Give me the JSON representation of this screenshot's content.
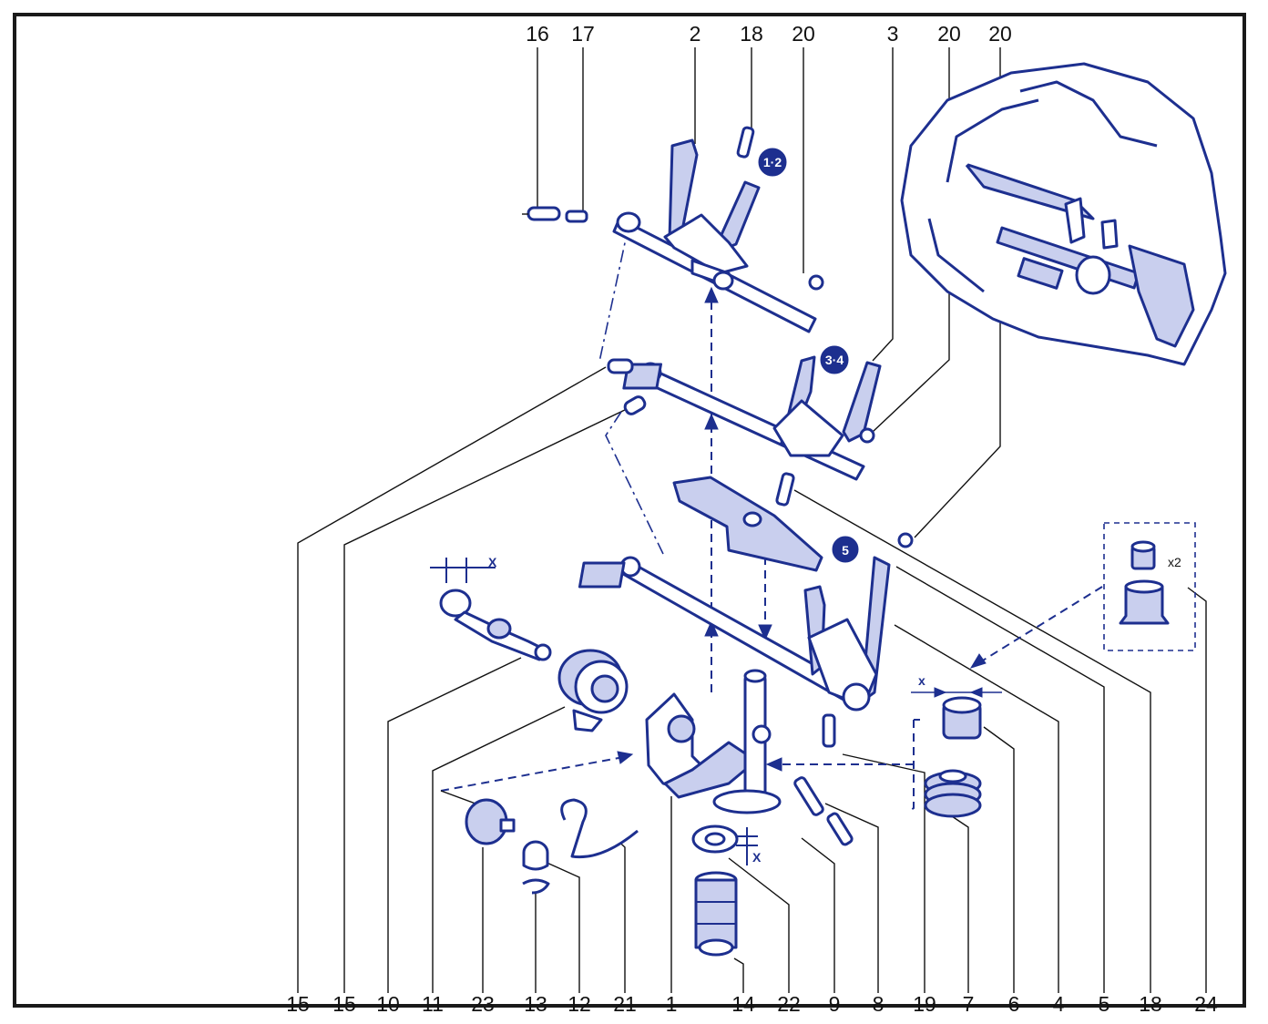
{
  "top_labels": [
    "16",
    "17",
    "2",
    "18",
    "20",
    "3",
    "20",
    "20"
  ],
  "bottom_labels": [
    "15",
    "15",
    "10",
    "11",
    "23",
    "13",
    "12",
    "21",
    "1",
    "14",
    "22",
    "9",
    "8",
    "19",
    "7",
    "6",
    "4",
    "5",
    "18",
    "24"
  ],
  "gear_tags": [
    "1·2",
    "3·4",
    "5"
  ],
  "dimension_marks": [
    "X",
    "x",
    "X"
  ],
  "multiplier": "x2",
  "colors": {
    "line": "#1d2f8f",
    "fill": "#c9cfee",
    "text": "#111111"
  }
}
